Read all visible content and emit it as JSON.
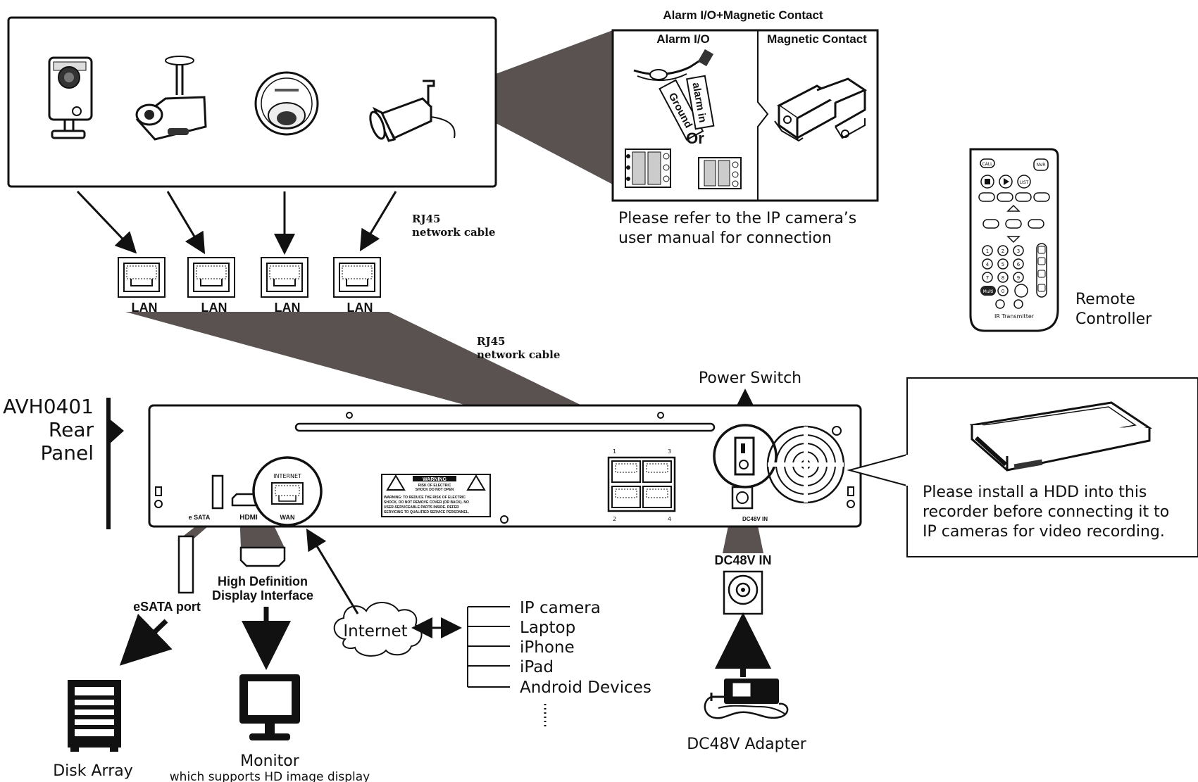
{
  "alarm": {
    "title": "Alarm I/O+Magnetic Contact",
    "alarm_io": "Alarm I/O",
    "magnetic_contact": "Magnetic Contact",
    "ground": "Ground",
    "alarm_in": "alarm in",
    "or": "Or",
    "note_line1": "Please refer to the IP camera’s",
    "note_line2": "user manual for connection"
  },
  "cables": {
    "rj45_top_line1": "RJ45",
    "rj45_top_line2": "network cable",
    "rj45_mid_line1": "RJ45",
    "rj45_mid_line2": "network cable"
  },
  "lan_ports": [
    "LAN",
    "LAN",
    "LAN",
    "LAN"
  ],
  "remote": {
    "label_line1": "Remote",
    "label_line2": "Controller",
    "ir_label": "IR Transmitter",
    "btn_call": "CALL",
    "btn_nvr": "NVR",
    "btn_list": "LIST",
    "btn_multi": "Multi",
    "keypad": [
      "1",
      "2",
      "3",
      "4",
      "5",
      "6",
      "7",
      "8",
      "9",
      "0"
    ]
  },
  "panel": {
    "title_line1": "AVH0401",
    "title_line2": "Rear",
    "title_line3": "Panel",
    "power_switch": "Power Switch",
    "internet_port": "INTERNET",
    "wan": "WAN",
    "esata_small": "e SATA",
    "hdmi_small": "HDMI",
    "dc_small": "DC48V IN",
    "port_nums": [
      "1",
      "3",
      "2",
      "4"
    ],
    "warning_title": "WARNING",
    "warning_sub1": "RISK OF ELECTRIC",
    "warning_sub2": "SHOCK DO NOT OPEN",
    "warning_body1": "WARNING: TO REDUCE THE RISK OF ELECTRIC",
    "warning_body2": "SHOCK, DO NOT REMOVE COVER (OR BACK). NO",
    "warning_body3": "USER-SERVICEABLE PARTS INSIDE. REFER",
    "warning_body4": "SERVICING TO QUALIFIED SERVICE PERSONNEL."
  },
  "hdd": {
    "note_line1": "Please install a HDD into this",
    "note_line2": "recorder before connecting it to",
    "note_line3": "IP cameras for video recording."
  },
  "bottom": {
    "esata_port": "eSATA port",
    "hdmi_line1": "High Definition",
    "hdmi_line2": "Display Interface",
    "disk_array": "Disk Array",
    "monitor": "Monitor",
    "monitor_sub": "which supports HD image display",
    "internet": "Internet",
    "devices": [
      "IP camera",
      "Laptop",
      "iPhone",
      "iPad",
      "Android Devices"
    ],
    "dc_in": "DC48V IN",
    "dc_adapter": "DC48V Adapter"
  }
}
